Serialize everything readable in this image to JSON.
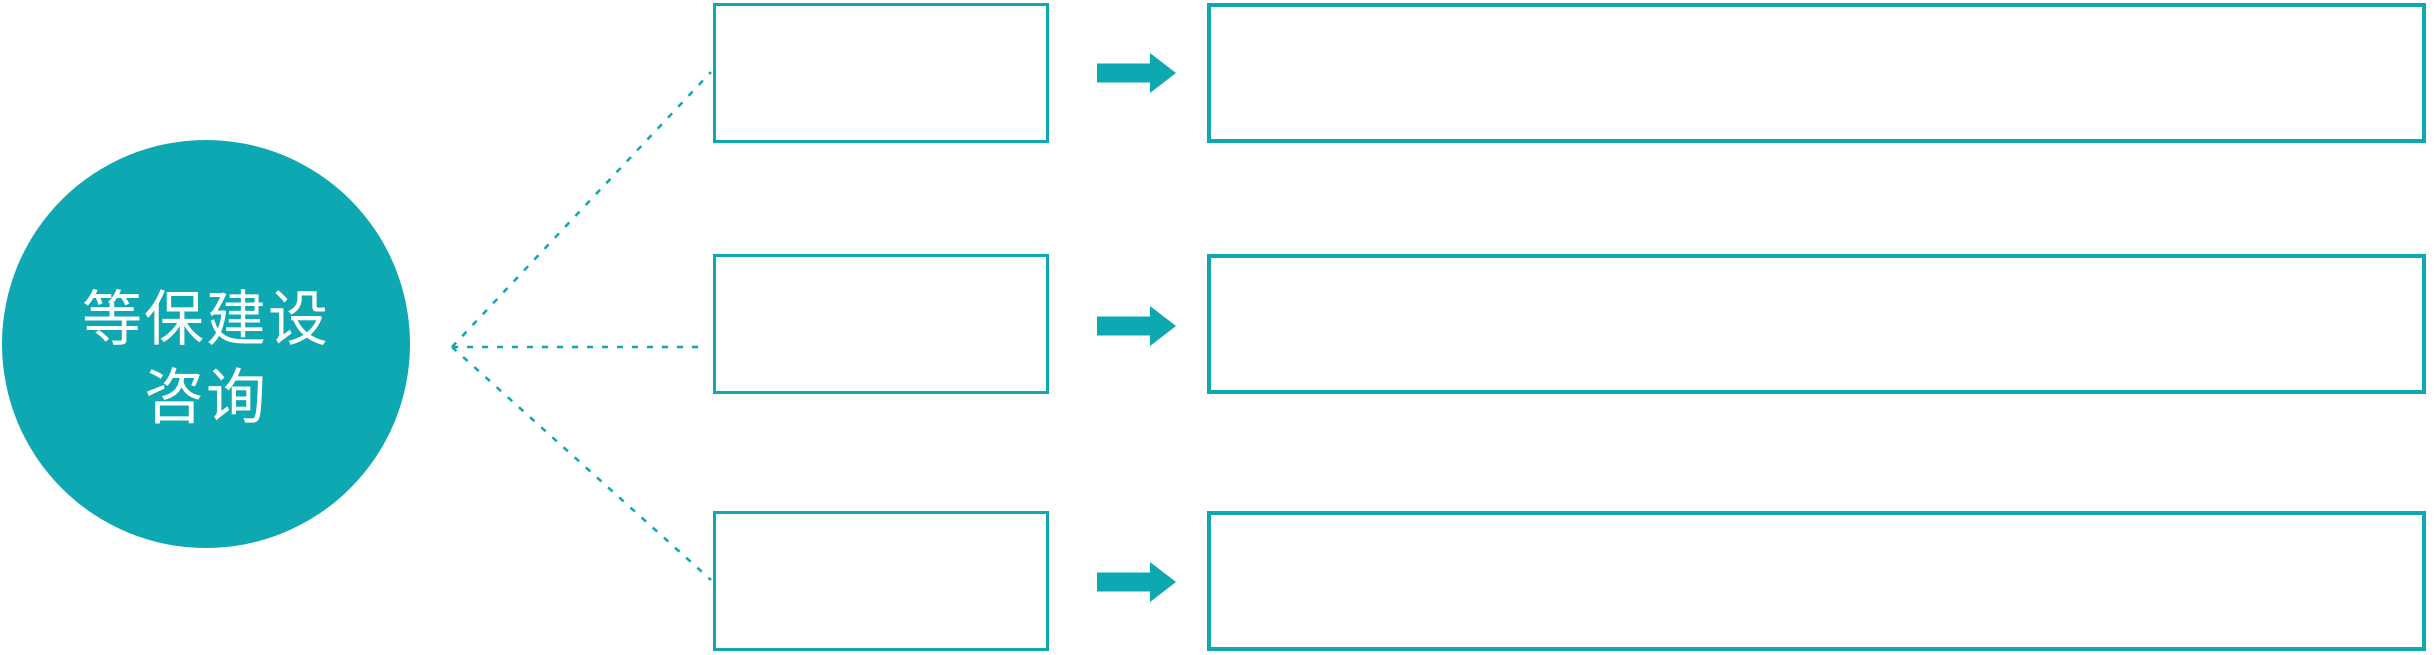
{
  "diagram": {
    "circle": {
      "label_line1": "等保建设",
      "label_line2": "咨询"
    },
    "rows": [
      {
        "small_box_text": "",
        "large_box_text": ""
      },
      {
        "small_box_text": "",
        "large_box_text": ""
      },
      {
        "small_box_text": "",
        "large_box_text": ""
      }
    ],
    "icons": {
      "arrow": "right-block-arrow",
      "connector": "dotted-straight-connector"
    },
    "colors": {
      "accent": "#0DA8B2",
      "text_on_accent": "#FFFFFF",
      "box_fill": "#FFFFFF",
      "background": "#FFFFFF"
    }
  }
}
